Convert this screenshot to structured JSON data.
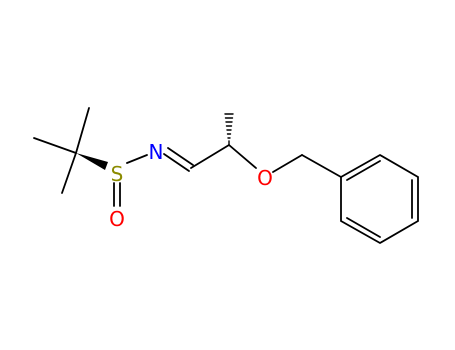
{
  "molecule": {
    "atoms": {
      "sulfur": {
        "label": "S",
        "color": "#8b8b00"
      },
      "nitrogen": {
        "label": "N",
        "color": "#0000ff"
      },
      "sulfinyl_oxygen": {
        "label": "O",
        "color": "#ff0000"
      },
      "ether_oxygen": {
        "label": "O",
        "color": "#ff0000"
      }
    },
    "bond_color": "#000000"
  }
}
